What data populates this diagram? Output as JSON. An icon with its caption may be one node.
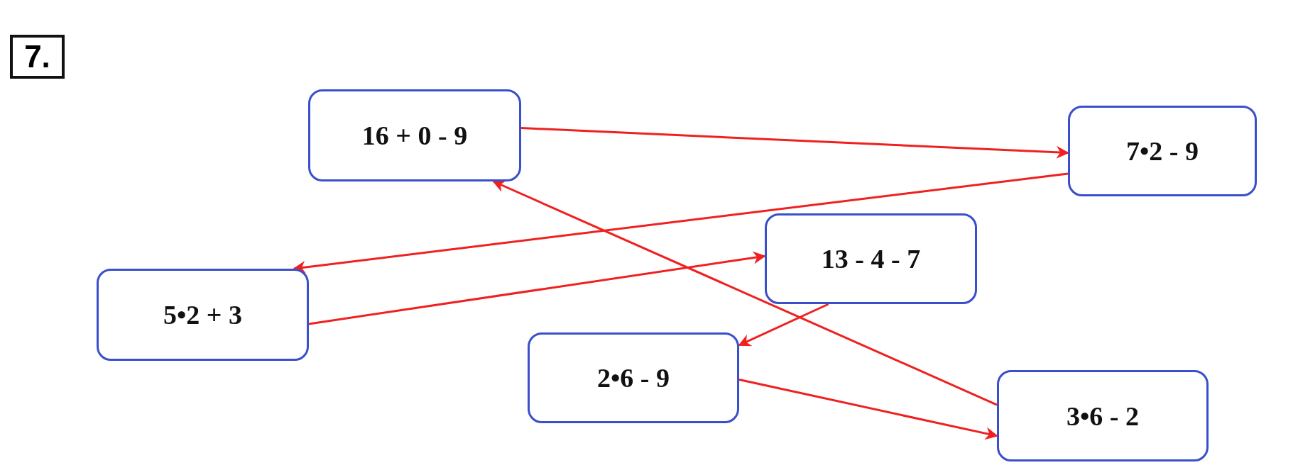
{
  "diagram": {
    "nodes": [
      {
        "text": [
          "16 + 0 - 9"
        ]
      },
      {
        "text": [
          "7•2 - 9"
        ]
      },
      {
        "text": [
          "13 - 4 - 7"
        ]
      },
      {
        "text": [
          "5•2 + 3"
        ]
      },
      {
        "text": [
          "2•6 - 9"
        ]
      },
      {
        "text": [
          "3•6 - 2"
        ]
      }
    ],
    "edges": [
      {
        "from": 0,
        "to": 1,
        "arrow": "to"
      },
      {
        "from": 1,
        "to": 3,
        "arrow": "to"
      },
      {
        "from": 3,
        "to": 2,
        "arrow": "to"
      },
      {
        "from": 2,
        "to": 4,
        "arrow": "to"
      },
      {
        "from": 4,
        "to": 5,
        "arrow": "to"
      },
      {
        "from": 5,
        "to": 0,
        "arrow": "to"
      }
    ],
    "labels": [
      "7."
    ]
  }
}
